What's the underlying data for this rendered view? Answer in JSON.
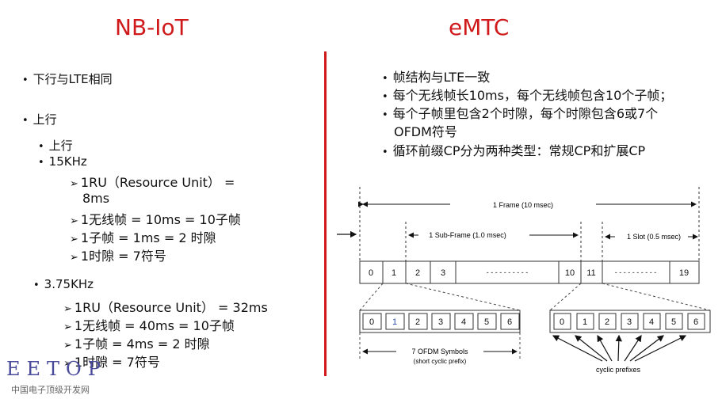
{
  "left": {
    "title": "NB-IoT",
    "bullet_downlink": "下行与LTE相同",
    "bullet_uplink": "上行",
    "sub_uplink": "上行",
    "khz15": {
      "label": "15KHz",
      "items": [
        "1RU（Resource Unit） =",
        "8ms",
        "1无线帧 = 10ms = 10子帧",
        "1子帧 = 1ms = 2 时隙",
        "1时隙 = 7符号"
      ]
    },
    "khz375": {
      "label": "3.75KHz",
      "items": [
        "1RU（Resource Unit） = 32ms",
        "1无线帧 = 40ms = 10子帧",
        "1子帧 = 4ms = 2 时隙",
        "1时隙 = 7符号"
      ]
    }
  },
  "right": {
    "title": "eMTC",
    "bullets": [
      "帧结构与LTE一致",
      "每个无线帧长10ms，每个无线帧包含10个子帧；",
      "每个子帧里包含2个时隙，每个时隙包含6或7个",
      "OFDM符号",
      "循环前缀CP分为两种类型：常规CP和扩展CP"
    ]
  },
  "diagram": {
    "frame_label": "1 Frame (10 msec)",
    "subframe_label": "1 Sub-Frame (1.0 msec)",
    "slot_label": "1 Slot (0.5 msec)",
    "slot_numbers": [
      "0",
      "1",
      "2",
      "3",
      "10",
      "11",
      "19"
    ],
    "dashes": "- - - - - - - - - -",
    "symbols": [
      "0",
      "1",
      "2",
      "3",
      "4",
      "5",
      "6"
    ],
    "ofdm_label": "7 OFDM Symbols",
    "ofdm_sub": "(short cyclic prefix)",
    "cp_label": "cyclic prefixes"
  },
  "watermark": {
    "logo": "EETOP",
    "sub": "中国电子顶级开发网"
  },
  "colors": {
    "title": "#d0191b",
    "divider": "#d0191b",
    "symbol_highlight": "#2a4ea8"
  }
}
